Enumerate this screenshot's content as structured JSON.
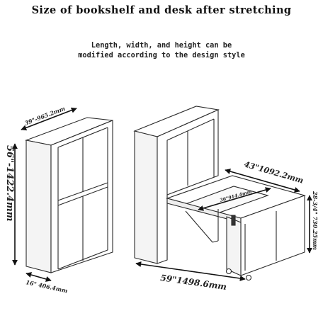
{
  "title": "Size of bookshelf and desk after stretching",
  "subtitle_line1": "Length, width, and height can be",
  "subtitle_line2": "modified according to the design style",
  "dimensions": {
    "bookshelf_depth": "39\"-965.2mm",
    "bookshelf_height": "56\"-1422.4mm",
    "bookshelf_width": "16\" 406.4mm",
    "desk_depth": "43\"1092.2mm",
    "desk_inner": "36\"914.4mm",
    "desk_height": "28-3/4\" 730.25mm",
    "desk_length": "59\"1498.6mm"
  },
  "colors": {
    "line": "#2a2a2a",
    "arrow": "#111111",
    "text": "#222222"
  }
}
